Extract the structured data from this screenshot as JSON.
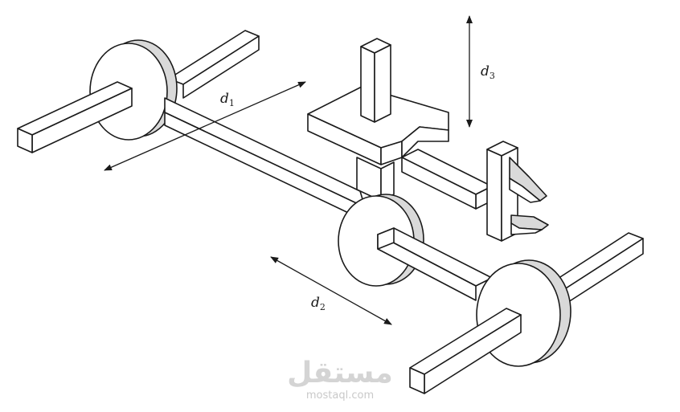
{
  "labels": {
    "d1": {
      "base": "d",
      "sub": "1"
    },
    "d2": {
      "base": "d",
      "sub": "2"
    },
    "d3": {
      "base": "d",
      "sub": "3"
    }
  },
  "watermark": {
    "arabic": "مستقل",
    "latin": "mostaql.com"
  },
  "colors": {
    "ink": "#1a1a1a",
    "background": "#ffffff",
    "watermark": "#d4d4d4"
  }
}
